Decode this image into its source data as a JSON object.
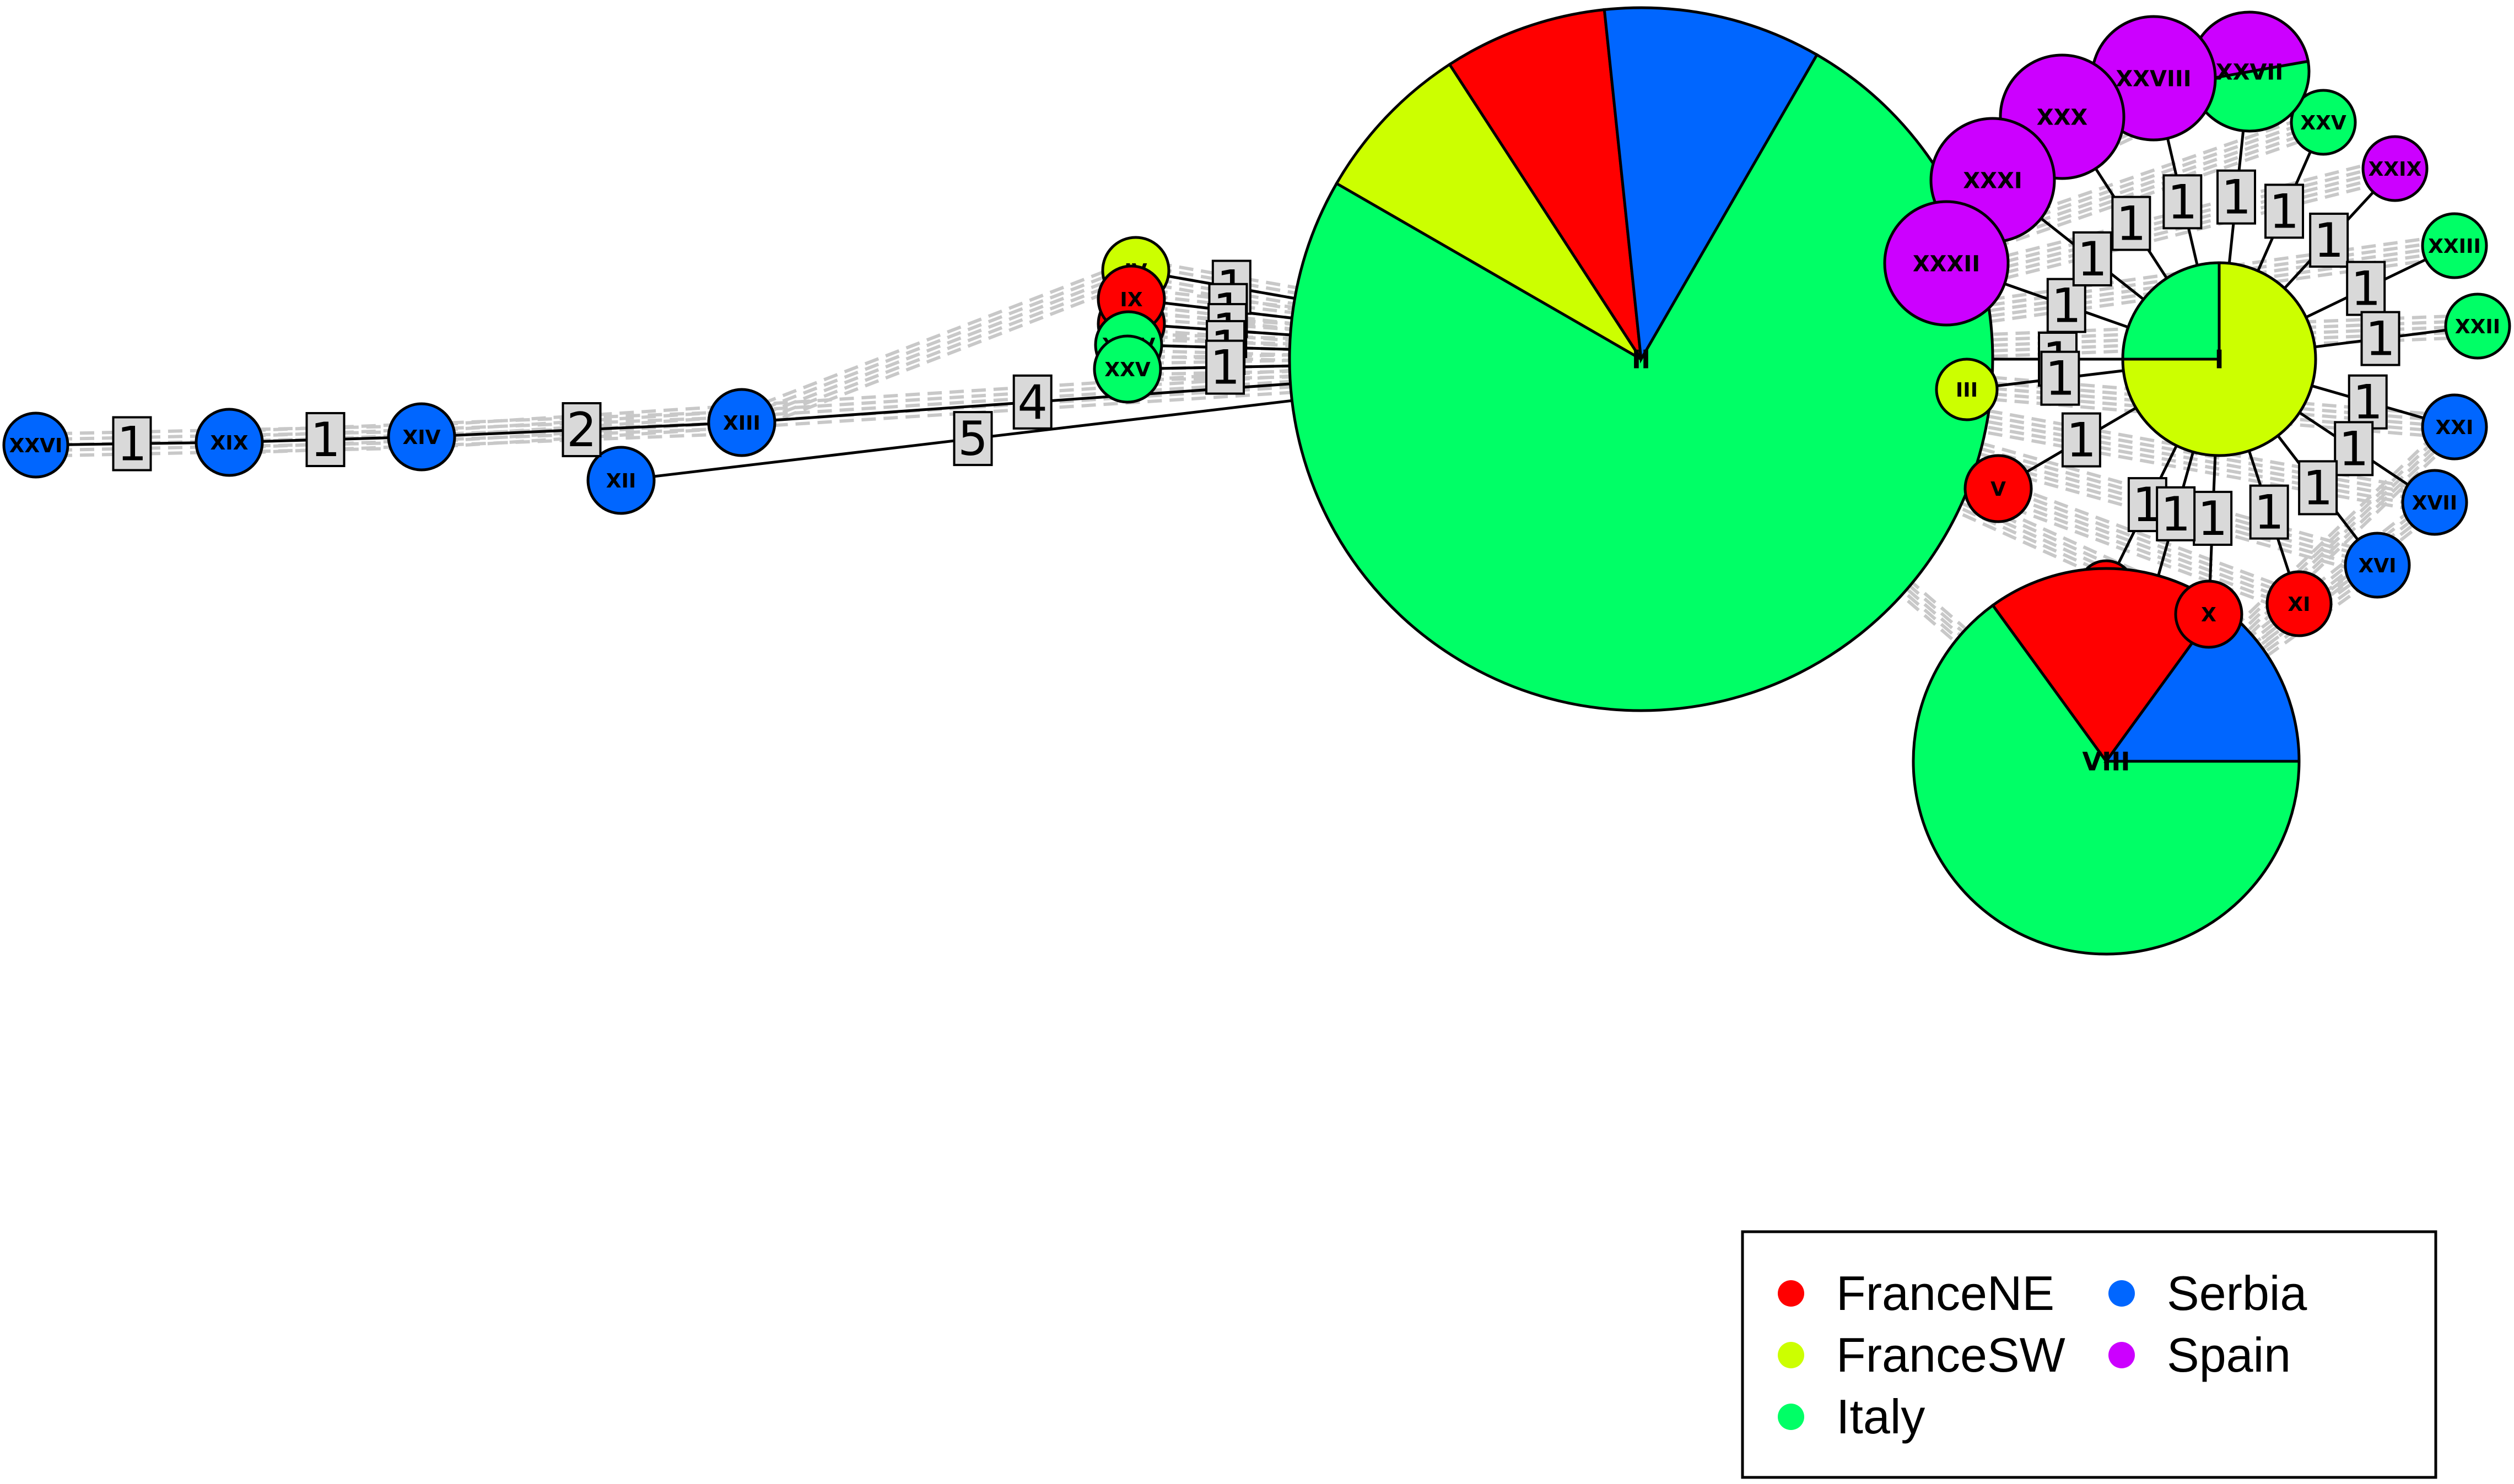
{
  "colors": {
    "FranceNE": "#ff0000",
    "FranceSW": "#ccff00",
    "Italy": "#00ff66",
    "Serbia": "#0066ff",
    "Spain": "#cc00ff"
  },
  "legend": [
    {
      "label": "FranceNE",
      "color": "#ff0000"
    },
    {
      "label": "Serbia",
      "color": "#0066ff"
    },
    {
      "label": "FranceSW",
      "color": "#ccff00"
    },
    {
      "label": "Spain",
      "color": "#cc00ff"
    },
    {
      "label": "Italy",
      "color": "#00ff66"
    }
  ],
  "haplotypes": [
    {
      "id": "I",
      "label": "I",
      "slices": [
        {
          "pop": "FranceSW",
          "frac": 0.75
        },
        {
          "pop": "Italy",
          "frac": 0.25
        }
      ]
    },
    {
      "id": "II",
      "label": "II",
      "slices": [
        {
          "pop": "Italy",
          "frac": 0.75
        },
        {
          "pop": "FranceSW",
          "frac": 0.075
        },
        {
          "pop": "FranceNE",
          "frac": 0.075
        },
        {
          "pop": "Serbia",
          "frac": 0.1
        }
      ]
    },
    {
      "id": "III",
      "label": "III",
      "slices": [
        {
          "pop": "FranceSW",
          "frac": 1
        }
      ]
    },
    {
      "id": "IV",
      "label": "IV",
      "slices": [
        {
          "pop": "FranceSW",
          "frac": 1
        }
      ]
    },
    {
      "id": "V",
      "label": "V",
      "slices": [
        {
          "pop": "FranceNE",
          "frac": 1
        }
      ]
    },
    {
      "id": "VI",
      "label": "VI",
      "slices": [
        {
          "pop": "FranceNE",
          "frac": 1
        }
      ]
    },
    {
      "id": "VII",
      "label": "VII",
      "slices": [
        {
          "pop": "FranceNE",
          "frac": 1
        }
      ]
    },
    {
      "id": "VIII",
      "label": "VIII",
      "slices": [
        {
          "pop": "Italy",
          "frac": 0.65
        },
        {
          "pop": "FranceNE",
          "frac": 0.2
        },
        {
          "pop": "Serbia",
          "frac": 0.15
        }
      ]
    },
    {
      "id": "IX",
      "label": "IX",
      "slices": [
        {
          "pop": "FranceNE",
          "frac": 1
        }
      ]
    },
    {
      "id": "X",
      "label": "X",
      "slices": [
        {
          "pop": "FranceNE",
          "frac": 1
        }
      ]
    },
    {
      "id": "XI",
      "label": "XI",
      "slices": [
        {
          "pop": "FranceNE",
          "frac": 1
        }
      ]
    },
    {
      "id": "XII",
      "label": "XII",
      "slices": [
        {
          "pop": "Serbia",
          "frac": 1
        }
      ]
    },
    {
      "id": "XIII",
      "label": "XIII",
      "slices": [
        {
          "pop": "Serbia",
          "frac": 1
        }
      ]
    },
    {
      "id": "XIV",
      "label": "XIV",
      "slices": [
        {
          "pop": "Serbia",
          "frac": 1
        }
      ]
    },
    {
      "id": "XVI",
      "label": "XVI",
      "slices": [
        {
          "pop": "Serbia",
          "frac": 1
        }
      ]
    },
    {
      "id": "XVII",
      "label": "XVII",
      "slices": [
        {
          "pop": "Serbia",
          "frac": 1
        }
      ]
    },
    {
      "id": "XIX",
      "label": "XIX",
      "slices": [
        {
          "pop": "Serbia",
          "frac": 1
        }
      ]
    },
    {
      "id": "XXI",
      "label": "XXI",
      "slices": [
        {
          "pop": "Serbia",
          "frac": 1
        }
      ]
    },
    {
      "id": "XXII",
      "label": "XXII",
      "slices": [
        {
          "pop": "Italy",
          "frac": 1
        }
      ]
    },
    {
      "id": "XXIII",
      "label": "XXIII",
      "slices": [
        {
          "pop": "Italy",
          "frac": 1
        }
      ]
    },
    {
      "id": "XXIV",
      "label": "XXIV",
      "slices": [
        {
          "pop": "Italy",
          "frac": 1
        }
      ]
    },
    {
      "id": "XXV",
      "label": "XXV",
      "slices": [
        {
          "pop": "Italy",
          "frac": 1
        }
      ]
    },
    {
      "id": "XXV_b",
      "label": "XXV",
      "slices": [
        {
          "pop": "Italy",
          "frac": 1
        }
      ]
    },
    {
      "id": "XXVI",
      "label": "XXVI",
      "slices": [
        {
          "pop": "Serbia",
          "frac": 1
        }
      ]
    },
    {
      "id": "XXVII",
      "label": "XXVII",
      "slices": [
        {
          "pop": "Italy",
          "frac": 0.5
        },
        {
          "pop": "Spain",
          "frac": 0.5
        }
      ]
    },
    {
      "id": "XXVIII",
      "label": "XXVIII",
      "slices": [
        {
          "pop": "Spain",
          "frac": 1
        }
      ]
    },
    {
      "id": "XXIX",
      "label": "XXIX",
      "slices": [
        {
          "pop": "Spain",
          "frac": 1
        }
      ]
    },
    {
      "id": "XXX",
      "label": "XXX",
      "slices": [
        {
          "pop": "Spain",
          "frac": 1
        }
      ]
    },
    {
      "id": "XXXI",
      "label": "XXXI",
      "slices": [
        {
          "pop": "Spain",
          "frac": 1
        }
      ]
    },
    {
      "id": "XXXII",
      "label": "XXXII",
      "slices": [
        {
          "pop": "Spain",
          "frac": 1
        }
      ]
    }
  ],
  "links": [
    {
      "from": "XXVI",
      "to": "XIX",
      "steps": "1"
    },
    {
      "from": "XIX",
      "to": "XIV",
      "steps": "1"
    },
    {
      "from": "XIV",
      "to": "XIII",
      "steps": "2"
    },
    {
      "from": "XIII",
      "to": "II",
      "steps": "4"
    },
    {
      "from": "XII",
      "to": "II",
      "steps": "5"
    },
    {
      "from": "IV",
      "to": "II",
      "steps": "1"
    },
    {
      "from": "IX",
      "to": "II",
      "steps": "1"
    },
    {
      "from": "VI",
      "to": "II",
      "steps": "1"
    },
    {
      "from": "XXIV",
      "to": "II",
      "steps": "1"
    },
    {
      "from": "XXV_b",
      "to": "II",
      "steps": "1"
    },
    {
      "from": "II",
      "to": "I",
      "steps": "1"
    },
    {
      "from": "I",
      "to": "III",
      "steps": "1"
    },
    {
      "from": "I",
      "to": "V",
      "steps": "1"
    },
    {
      "from": "I",
      "to": "XXXII",
      "steps": "1"
    },
    {
      "from": "I",
      "to": "XXXI",
      "steps": "1"
    },
    {
      "from": "I",
      "to": "XXX",
      "steps": "1"
    },
    {
      "from": "I",
      "to": "XXVIII",
      "steps": "1"
    },
    {
      "from": "I",
      "to": "XXVII",
      "steps": "1"
    },
    {
      "from": "I",
      "to": "XXV",
      "steps": "1"
    },
    {
      "from": "I",
      "to": "XXIX",
      "steps": "1"
    },
    {
      "from": "I",
      "to": "XXIII",
      "steps": "1"
    },
    {
      "from": "I",
      "to": "XXII",
      "steps": "1"
    },
    {
      "from": "I",
      "to": "XXI",
      "steps": "1"
    },
    {
      "from": "I",
      "to": "XVII",
      "steps": "1"
    },
    {
      "from": "I",
      "to": "XVI",
      "steps": "1"
    },
    {
      "from": "I",
      "to": "XI",
      "steps": "1"
    },
    {
      "from": "I",
      "to": "X",
      "steps": "1"
    },
    {
      "from": "I",
      "to": "VII",
      "steps": "1"
    },
    {
      "from": "I",
      "to": "VIII",
      "steps": "1"
    }
  ]
}
